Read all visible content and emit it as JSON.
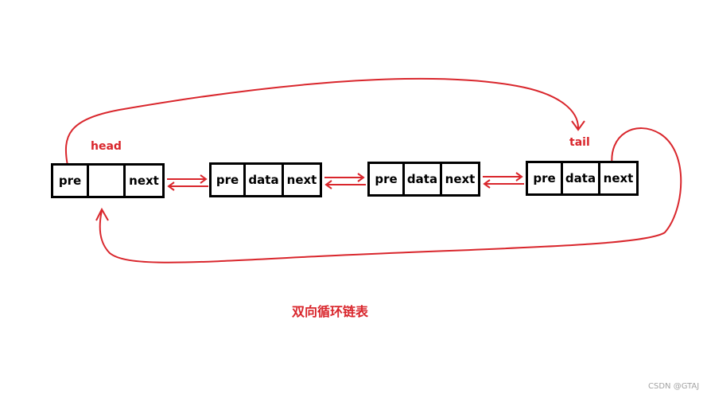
{
  "colors": {
    "arrow": "#d9262c",
    "node_border": "#000000",
    "label": "#d9262c",
    "watermark": "#a3a3a3"
  },
  "labels": {
    "head": "head",
    "tail": "tail",
    "caption": "双向循环链表"
  },
  "nodes": [
    {
      "cells": [
        "pre",
        "",
        "next"
      ]
    },
    {
      "cells": [
        "pre",
        "data",
        "next"
      ]
    },
    {
      "cells": [
        "pre",
        "data",
        "next"
      ]
    },
    {
      "cells": [
        "pre",
        "data",
        "next"
      ]
    }
  ],
  "watermark": "CSDN @GTAJ"
}
